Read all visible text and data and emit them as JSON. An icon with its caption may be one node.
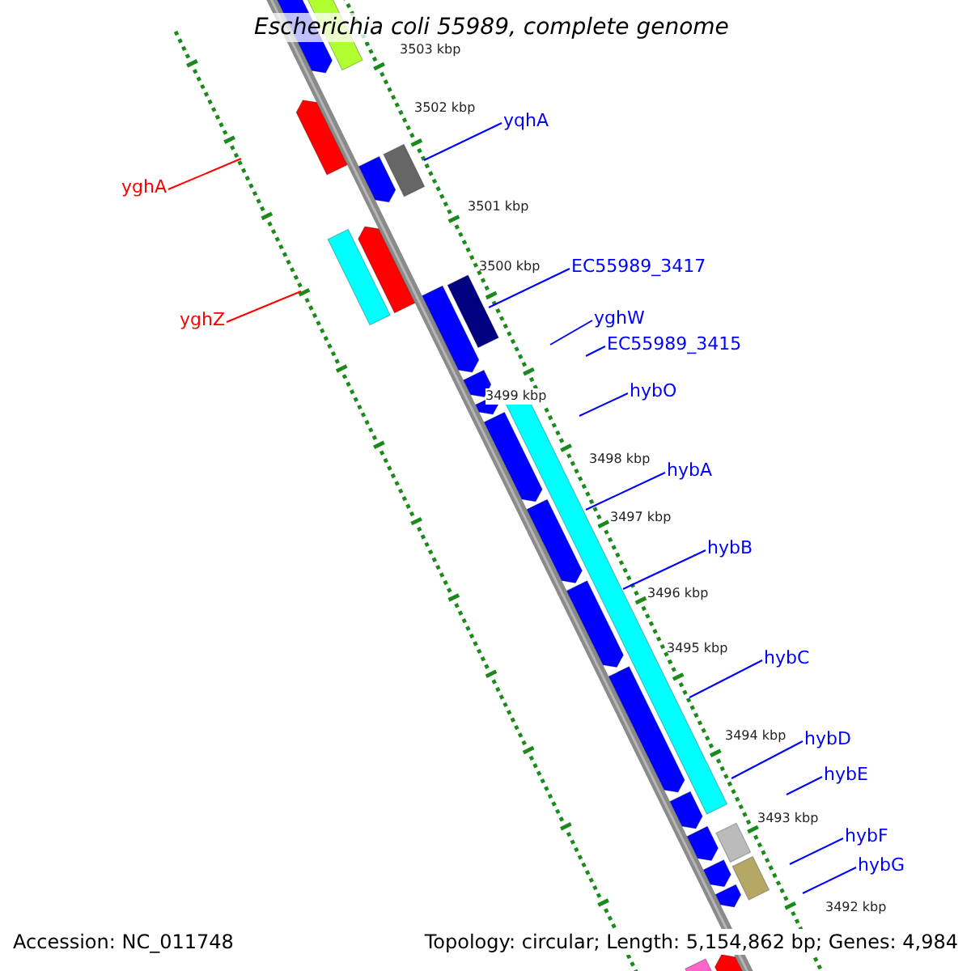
{
  "diagram": {
    "title": "Escherichia coli 55989, complete genome",
    "nodes": [
      {
        "text": [
          "yqhA"
        ]
      },
      {
        "text": [
          "yghA"
        ]
      },
      {
        "text": [
          "EC55989_3417"
        ]
      },
      {
        "text": [
          "yghW"
        ]
      },
      {
        "text": [
          "yghZ"
        ]
      },
      {
        "text": [
          "EC55989_3415"
        ]
      },
      {
        "text": [
          "hybO"
        ]
      },
      {
        "text": [
          "hybA"
        ]
      },
      {
        "text": [
          "hybB"
        ]
      },
      {
        "text": [
          "hybC"
        ]
      },
      {
        "text": [
          "hybD"
        ]
      },
      {
        "text": [
          "hybE"
        ]
      },
      {
        "text": [
          "hybF"
        ]
      },
      {
        "text": [
          "hybG"
        ]
      }
    ],
    "edges": [
      {
        "from": 0,
        "to": null,
        "arrow": "none"
      },
      {
        "from": 1,
        "to": null,
        "arrow": "none",
        "color": "#ff0000"
      },
      {
        "from": 2,
        "to": null,
        "arrow": "none"
      },
      {
        "from": 3,
        "to": null,
        "arrow": "none"
      },
      {
        "from": 4,
        "to": null,
        "arrow": "none",
        "color": "#ff0000"
      },
      {
        "from": 5,
        "to": null,
        "arrow": "none"
      },
      {
        "from": 6,
        "to": null,
        "arrow": "none"
      },
      {
        "from": 7,
        "to": null,
        "arrow": "none"
      },
      {
        "from": 8,
        "to": null,
        "arrow": "none"
      },
      {
        "from": 9,
        "to": null,
        "arrow": "none"
      },
      {
        "from": 10,
        "to": null,
        "arrow": "none"
      },
      {
        "from": 11,
        "to": null,
        "arrow": "none"
      },
      {
        "from": 12,
        "to": null,
        "arrow": "none"
      },
      {
        "from": 13,
        "to": null,
        "arrow": "none"
      }
    ],
    "labels": [
      "3503 kbp",
      "3502 kbp",
      "3501 kbp",
      "3500 kbp",
      "3499 kbp",
      "3498 kbp",
      "3497 kbp",
      "3496 kbp",
      "3495 kbp",
      "3494 kbp",
      "3493 kbp",
      "3492 kbp",
      "Accession: NC_011748",
      "Topology: circular; Length: 5,154,862 bp; Genes: 4,984"
    ]
  }
}
